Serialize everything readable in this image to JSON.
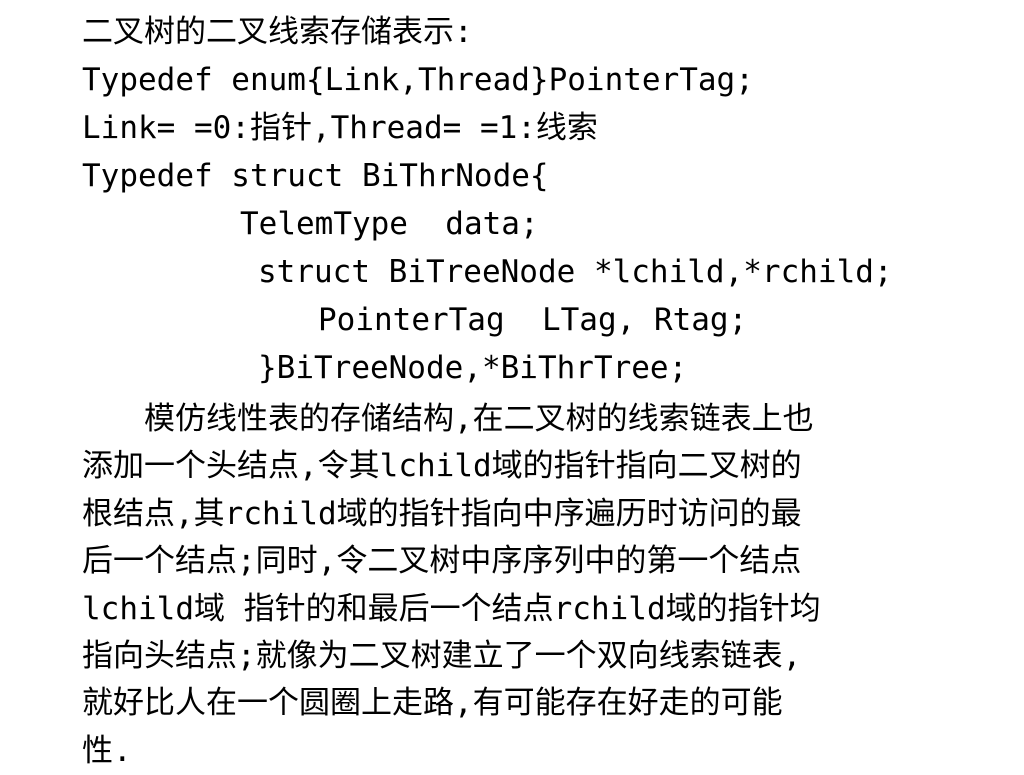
{
  "slide": {
    "title": "二叉树的二叉线索存储表示:",
    "code_lines": [
      "Typedef enum{Link,Thread}PointerTag;",
      "Link= =0:指针,Thread= =1:线索",
      "Typedef struct BiThrNode{",
      "TelemType  data;",
      "struct BiTreeNode *lchild,*rchild;",
      "PointerTag  LTag, Rtag;",
      "}BiTreeNode,*BiThrTree;"
    ],
    "paragraph_lines": [
      "模仿线性表的存储结构,在二叉树的线索链表上也",
      "添加一个头结点,令其lchild域的指针指向二叉树的",
      "根结点,其rchild域的指针指向中序遍历时访问的最",
      "后一个结点;同时,令二叉树中序序列中的第一个结点",
      "lchild域 指针的和最后一个结点rchild域的指针均",
      "指向头结点;就像为二叉树建立了一个双向线索链表,",
      "就好比人在一个圆圈上走路,有可能存在好走的可能",
      "性."
    ]
  }
}
